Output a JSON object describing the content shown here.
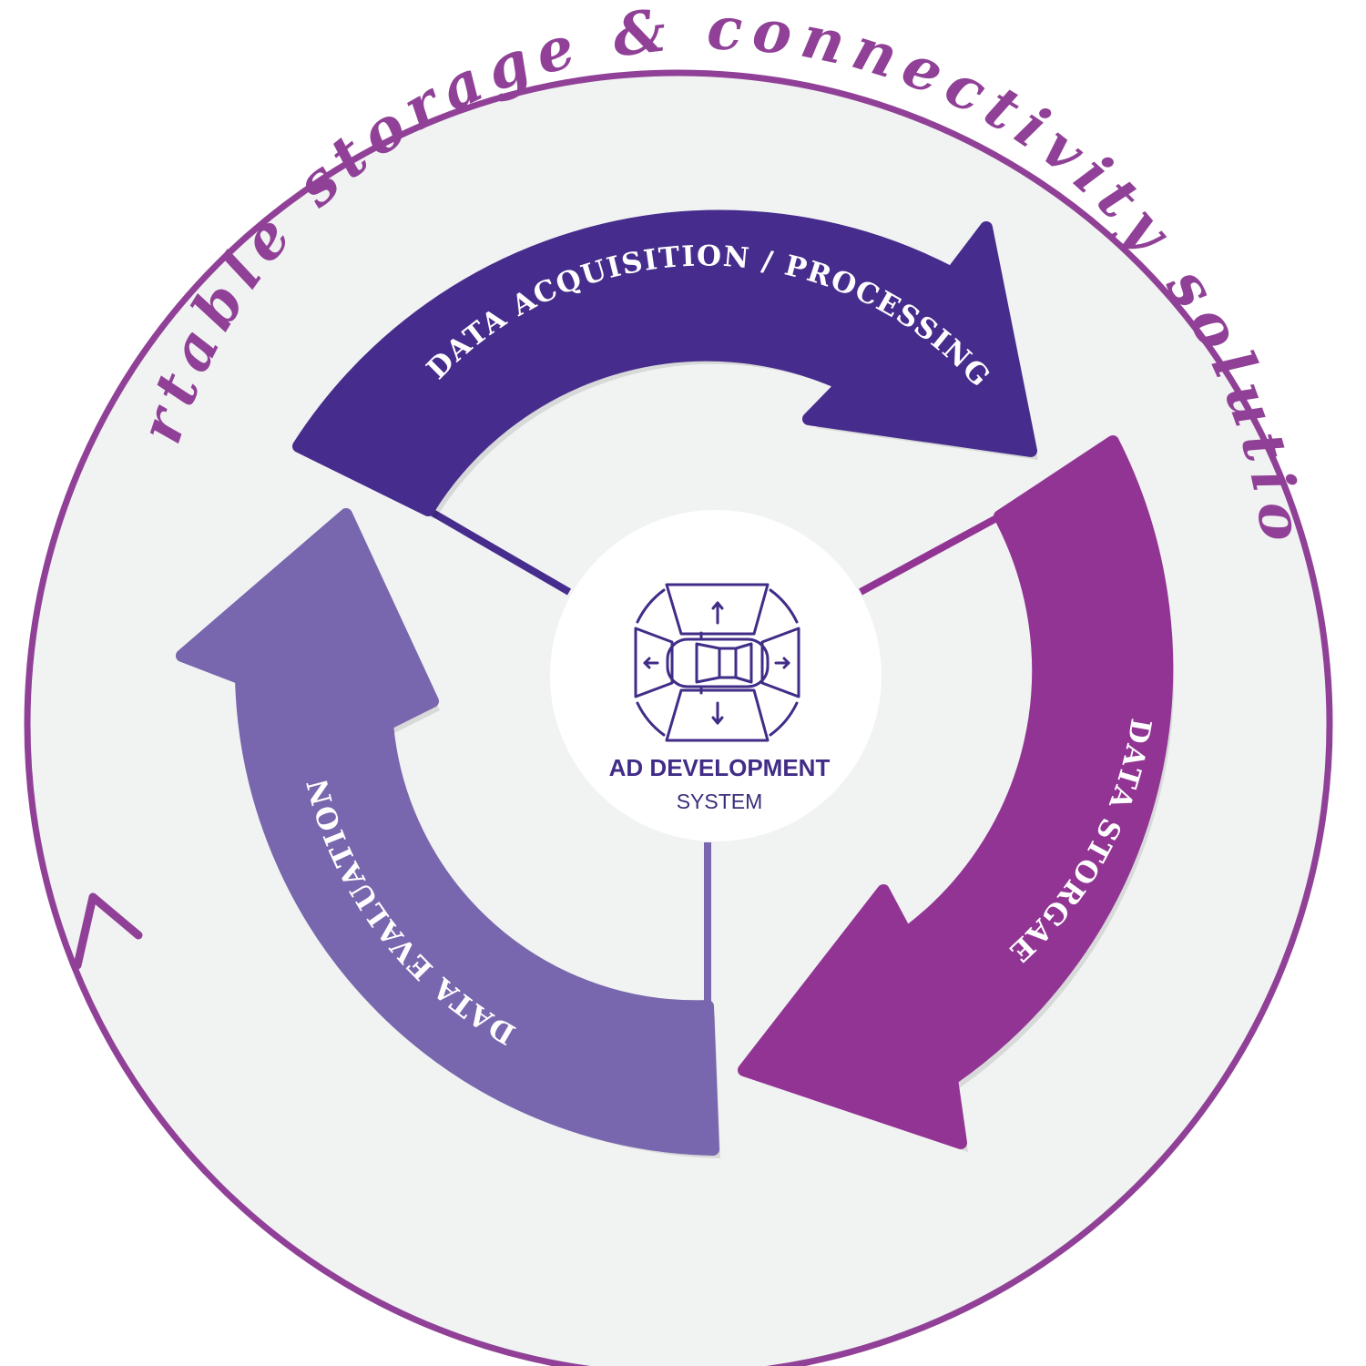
{
  "colors": {
    "background": "#ffffff",
    "disc": "#f1f2f2",
    "ring": "#904197",
    "acquisition": "#462c8c",
    "storage": "#913494",
    "evaluation": "#7866ae",
    "center_text": "#412c87",
    "center_sub": "#3a2e7a",
    "label_text": "#ffffff"
  },
  "outer_ring": {
    "label": "portable storage & connectivity solutions",
    "direction_icon": "chevron-arrowhead-icon"
  },
  "cycle": {
    "stages": [
      {
        "id": "acquisition",
        "label": "DATA ACQUISITION / PROCESSING"
      },
      {
        "id": "storage",
        "label": "DATA STORGAE"
      },
      {
        "id": "evaluation",
        "label": "DATA EVALUATION"
      }
    ]
  },
  "center": {
    "icon": "car-sensor-icon",
    "title": "AD DEVELOPMENT",
    "subtitle": "SYSTEM"
  }
}
